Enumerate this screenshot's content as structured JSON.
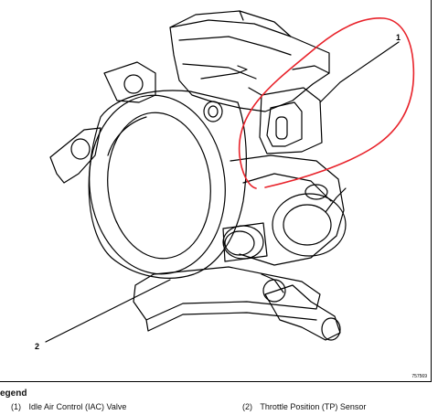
{
  "callouts": {
    "one": "1",
    "two": "2"
  },
  "figure_id": "757569",
  "legend": {
    "title": "egend",
    "items": [
      {
        "number": "(1)",
        "label": "Idle Air Control (IAC) Valve"
      },
      {
        "number": "(2)",
        "label": "Throttle Position (TP) Sensor"
      }
    ]
  },
  "annotation": {
    "color": "#e8222a",
    "shape": "hand-drawn loop"
  }
}
